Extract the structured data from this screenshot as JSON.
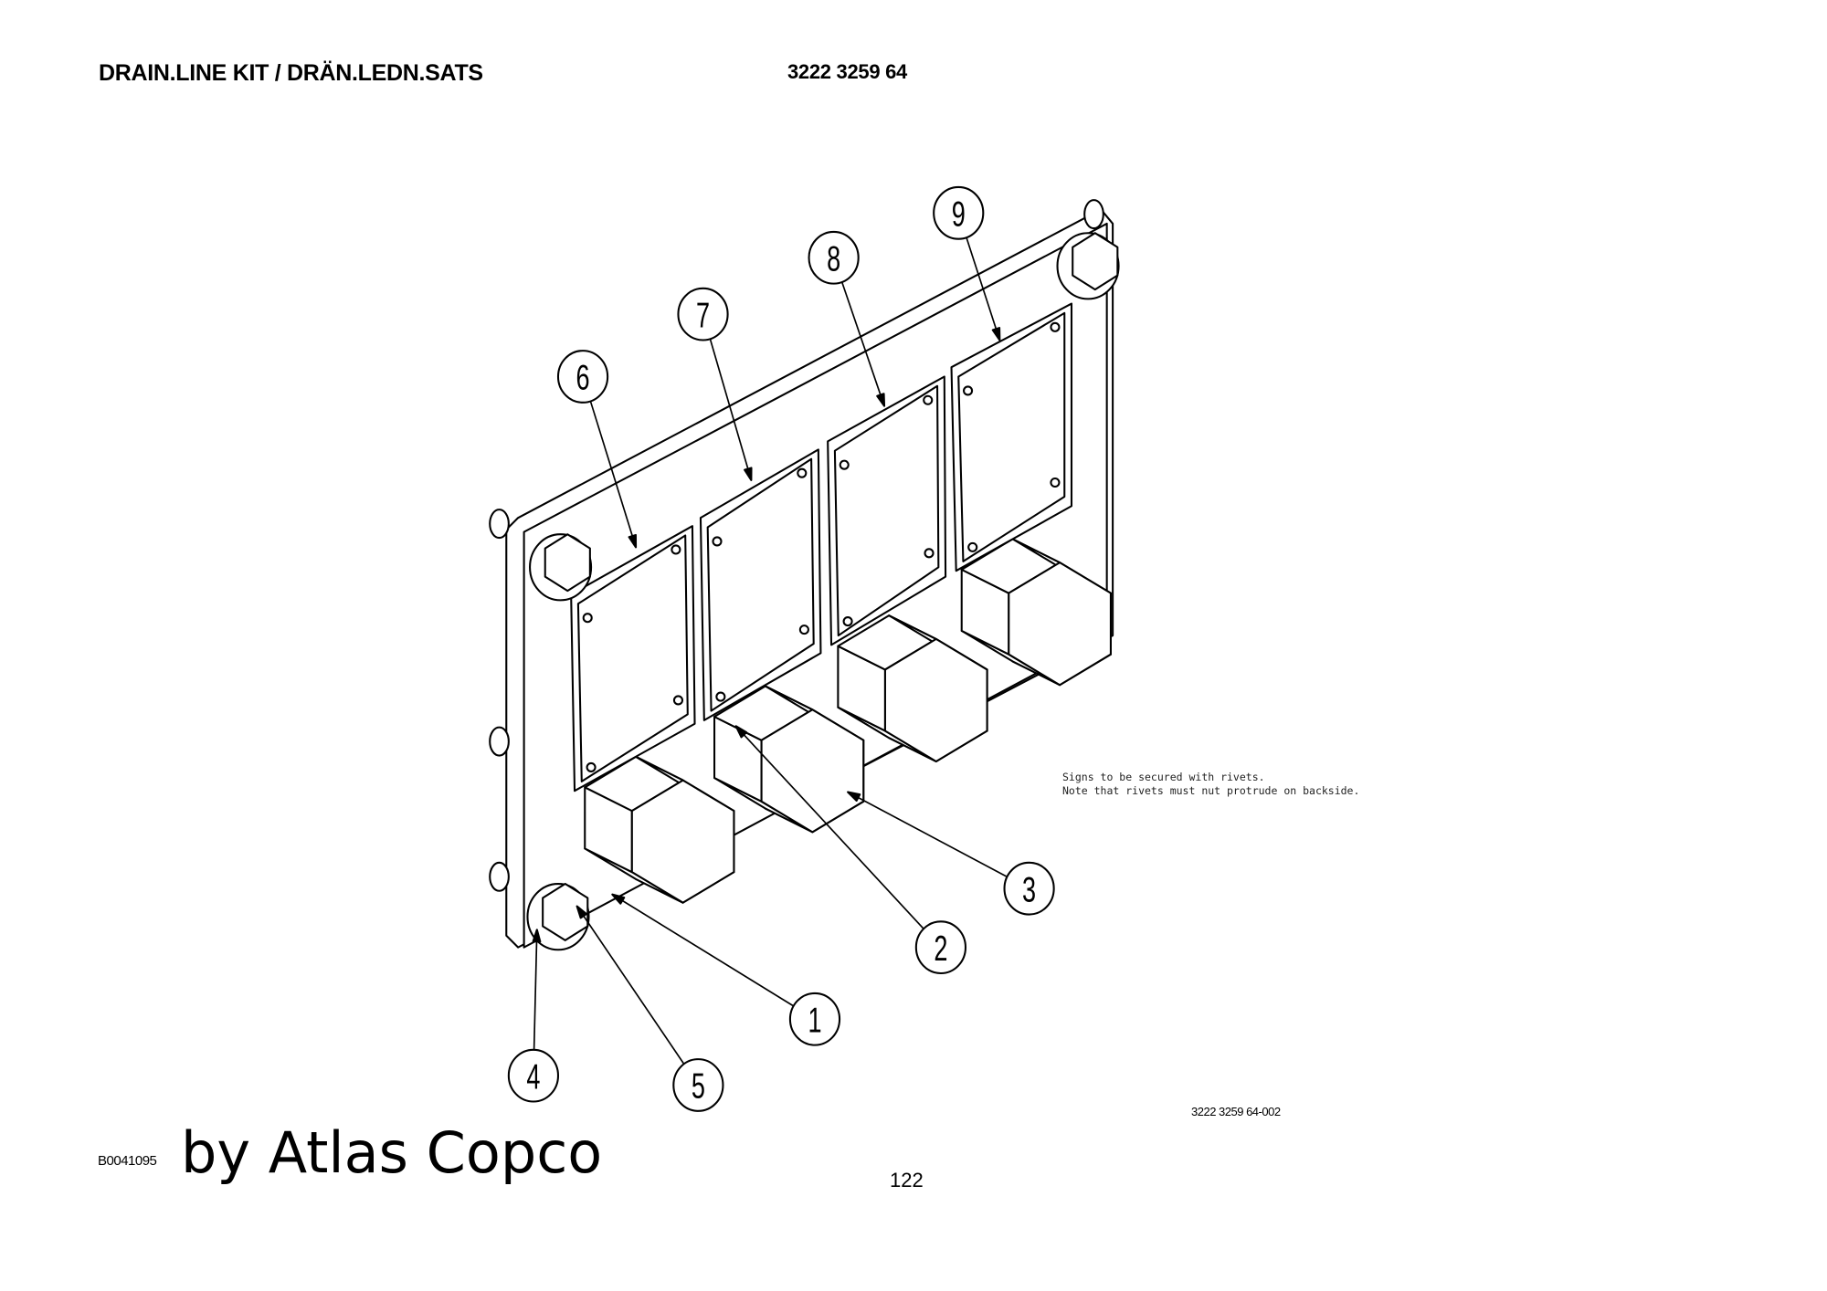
{
  "header": {
    "title": "DRAIN.LINE KIT / DRÄN.LEDN.SATS",
    "part_number": "3222 3259 64"
  },
  "drawing": {
    "notes": [
      "Signs to be secured with rivets.",
      "Note that rivets must nut protrude on backside."
    ],
    "drawing_number": "3222 3259 64-002",
    "callouts": [
      "1",
      "2",
      "3",
      "4",
      "5",
      "6",
      "7",
      "8",
      "9"
    ]
  },
  "footer": {
    "document_id": "B0041095",
    "brand": "by Atlas Copco",
    "page_number": "122"
  }
}
